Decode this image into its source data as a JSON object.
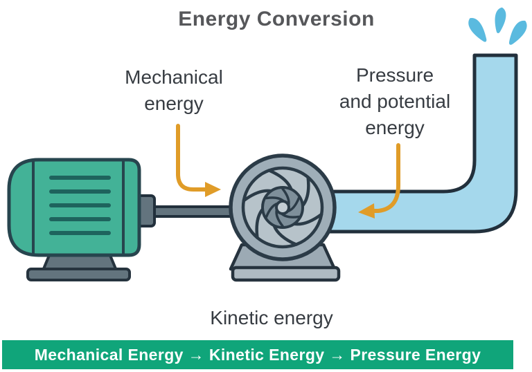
{
  "title": "Energy Conversion",
  "diagram": {
    "labels": {
      "mechanical": {
        "line1": "Mechanical",
        "line2": "energy"
      },
      "pressure": {
        "line1": "Pressure",
        "line2": "and potential",
        "line3": "energy"
      },
      "kinetic": "Kinetic energy"
    },
    "icons": [
      "electric-motor-icon",
      "pump-icon",
      "outlet-pipe",
      "water-spray-icon",
      "curved-arrow-mechanical",
      "curved-arrow-pressure"
    ]
  },
  "flow_bar": {
    "text": "Mechanical Energy → Kinetic Energy → Pressure Energy"
  },
  "colors": {
    "title_text": "#56575a",
    "label_text": "#373c42",
    "motor_green": "#43b297",
    "motor_vent": "#1e635d",
    "machine_gray": "#63747e",
    "pump_ring": "#9faeb8",
    "pump_disk": "#b7c3ca",
    "pump_core": "#7e8f9a",
    "pipe_water": "#a5d8ec",
    "spray_blue": "#5abadf",
    "arrow_orange": "#e09c28",
    "outline_dark": "#26333e",
    "bar_green": "#10a57a",
    "bar_text": "#ffffff"
  }
}
